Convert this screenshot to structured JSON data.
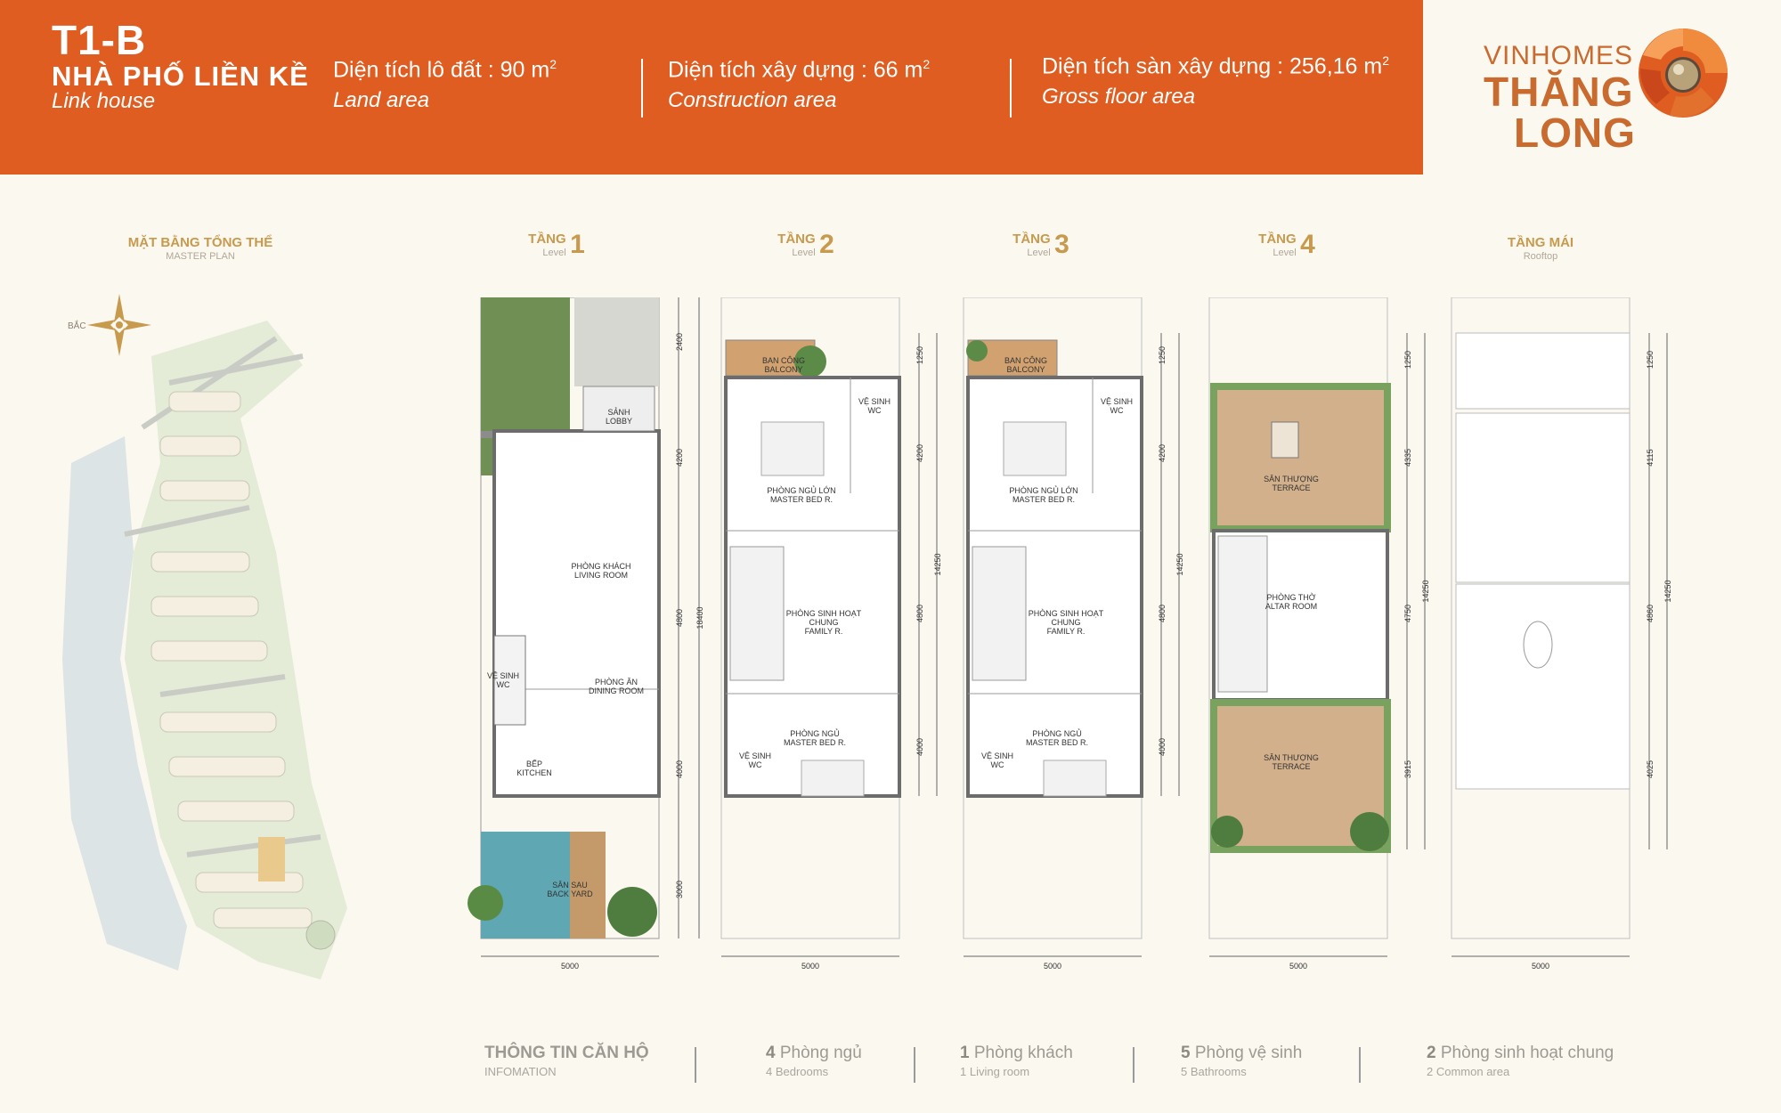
{
  "header": {
    "code": "T1-B",
    "type_vi": "NHÀ PHỐ LIỀN KỀ",
    "type_en": "Link house",
    "specs": [
      {
        "label_vi": "Diện tích lô đất",
        "value": ": 90 m",
        "sup": "2",
        "label_en": "Land area"
      },
      {
        "label_vi": "Diện tích xây dựng",
        "value": ": 66 m",
        "sup": "2",
        "label_en": "Construction area"
      },
      {
        "label_vi": "Diện tích sàn xây dựng",
        "value": ": 256,16 m",
        "sup": "2",
        "label_en": "Gross floor area"
      }
    ],
    "accent_color": "#df5d21"
  },
  "logo": {
    "line1": "VINHOMES",
    "line2": "THĂNG",
    "line3": "LONG",
    "color": "#c96a2e"
  },
  "sections": {
    "master": {
      "title_vi": "MẶT BẰNG TỔNG THỂ",
      "title_en": "MASTER PLAN",
      "compass": "BẮC"
    },
    "levels": [
      {
        "title_vi": "TẦNG",
        "num": "1",
        "title_en": "Level"
      },
      {
        "title_vi": "TẦNG",
        "num": "2",
        "title_en": "Level"
      },
      {
        "title_vi": "TẦNG",
        "num": "3",
        "title_en": "Level"
      },
      {
        "title_vi": "TẦNG",
        "num": "4",
        "title_en": "Level"
      },
      {
        "title_vi": "TẦNG MÁI",
        "num": "",
        "title_en": "Rooftop"
      }
    ]
  },
  "plans": {
    "l1": {
      "rooms": [
        [
          "SẢNH",
          "LOBBY"
        ],
        [
          "PHÒNG KHÁCH",
          "LIVING ROOM"
        ],
        [
          "VỆ SINH",
          "WC"
        ],
        [
          "PHÒNG ĂN",
          "DINING ROOM"
        ],
        [
          "BẾP",
          "KITCHEN"
        ],
        [
          "SÂN SAU",
          "BACK YARD"
        ]
      ],
      "dims": [
        "2400",
        "4200",
        "4800",
        "4000",
        "3000",
        "18400",
        "5000"
      ]
    },
    "l2": {
      "rooms": [
        [
          "BAN CÔNG",
          "BALCONY"
        ],
        [
          "VỆ SINH",
          "WC"
        ],
        [
          "PHÒNG NGỦ LỚN",
          "MASTER BED R."
        ],
        [
          "PHÒNG SINH HOẠT",
          "CHUNG",
          "FAMILY R."
        ],
        [
          "PHÒNG NGỦ",
          "MASTER BED R."
        ],
        [
          "VỆ SINH",
          "WC"
        ]
      ],
      "dims": [
        "1250",
        "4200",
        "4800",
        "4000",
        "14250",
        "5000"
      ]
    },
    "l3": {
      "rooms": [
        [
          "BAN CÔNG",
          "BALCONY"
        ],
        [
          "VỆ SINH",
          "WC"
        ],
        [
          "PHÒNG NGỦ LỚN",
          "MASTER BED R."
        ],
        [
          "PHÒNG SINH HOẠT",
          "CHUNG",
          "FAMILY R."
        ],
        [
          "PHÒNG NGỦ",
          "MASTER BED R."
        ],
        [
          "VỆ SINH",
          "WC"
        ]
      ],
      "dims": [
        "1250",
        "4200",
        "4800",
        "4000",
        "14250",
        "5000"
      ]
    },
    "l4": {
      "rooms": [
        [
          "SÂN THƯỢNG",
          "TERRACE"
        ],
        [
          "PHÒNG THỜ",
          "ALTAR ROOM"
        ],
        [
          "SÂN THƯỢNG",
          "TERRACE"
        ]
      ],
      "dims": [
        "1250",
        "4335",
        "4750",
        "3915",
        "14250",
        "5000"
      ]
    },
    "roof": {
      "dims": [
        "1250",
        "4115",
        "4860",
        "4025",
        "14250",
        "5000"
      ]
    }
  },
  "footer": {
    "title_vi": "THÔNG TIN CĂN HỘ",
    "title_en": "INFOMATION",
    "items": [
      {
        "num": "4",
        "vi": "Phòng ngủ",
        "en": "4 Bedrooms"
      },
      {
        "num": "1",
        "vi": "Phòng khách",
        "en": "1 Living room"
      },
      {
        "num": "5",
        "vi": "Phòng vệ sinh",
        "en": "5 Bathrooms"
      },
      {
        "num": "2",
        "vi": "Phòng sinh hoạt chung",
        "en": "2 Common area"
      }
    ]
  }
}
